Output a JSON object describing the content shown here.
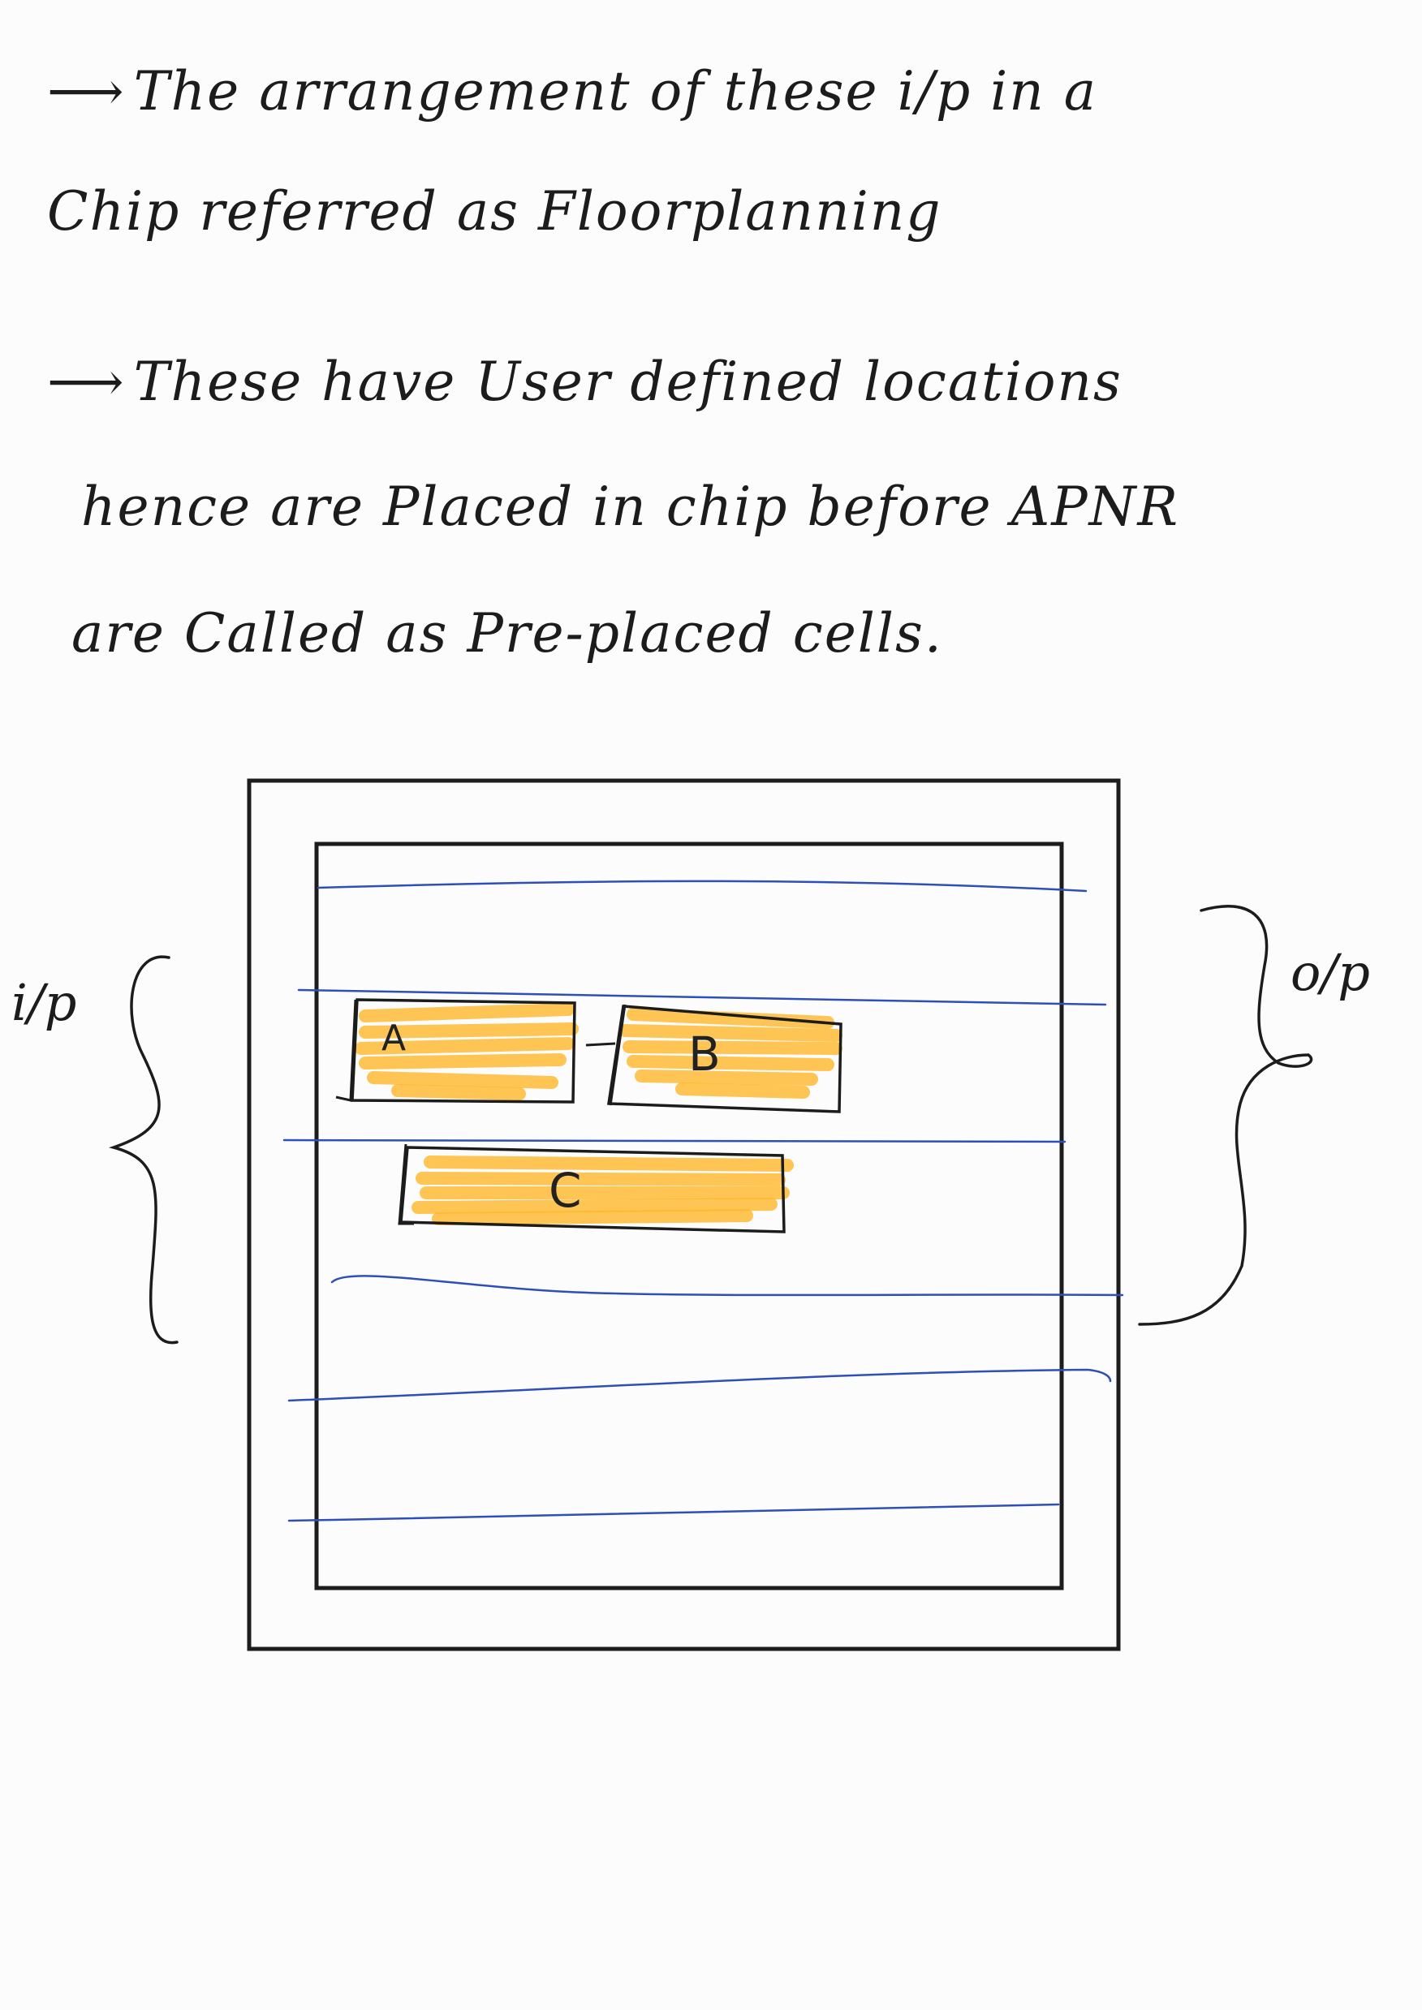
{
  "notes": {
    "line1": "The arrangement of these i/p in a",
    "line2": "Chip referred as Floorplanning",
    "line3": "These have User defined locations",
    "line4": "hence are Placed in chip before APNR",
    "line5": "are Called as Pre-placed cells."
  },
  "diagram": {
    "input_label": "i/p",
    "output_label": "o/p",
    "cells": {
      "a": "A",
      "b": "B",
      "c": "C"
    },
    "colors": {
      "ink": "#1c1c1c",
      "row_lines": "#2f4fb8",
      "cell_fill": "#ffb629"
    }
  }
}
